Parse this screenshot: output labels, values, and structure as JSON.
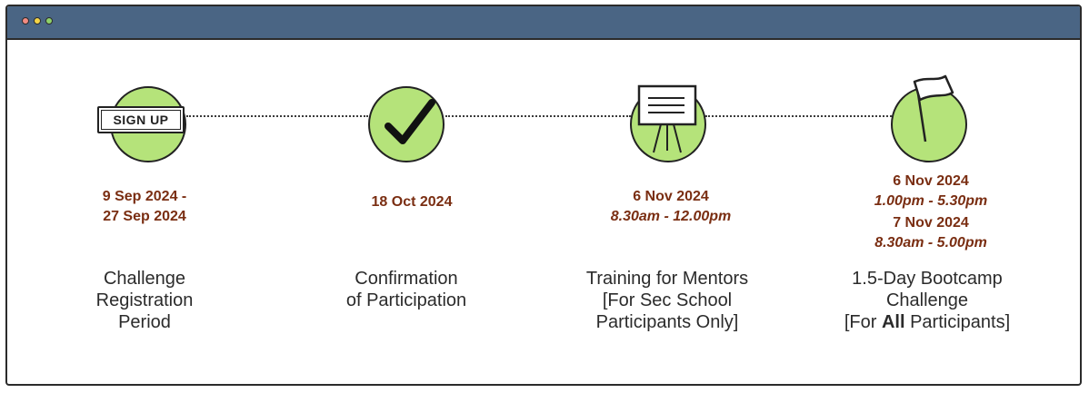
{
  "colors": {
    "titlebar": "#4a6584",
    "circle_fill": "#b5e37a",
    "date_text": "#7a2e12",
    "dot_red": "#f28b82",
    "dot_yellow": "#f5d547",
    "dot_green": "#8fd16a"
  },
  "steps": [
    {
      "icon": "sign-up-badge-icon",
      "badge_text": "SIGN UP",
      "dates": [
        "9 Sep 2024 -",
        "27 Sep 2024"
      ],
      "desc": [
        "Challenge",
        "Registration",
        "Period"
      ]
    },
    {
      "icon": "checkmark-icon",
      "dates": [
        "18 Oct 2024"
      ],
      "desc": [
        "Confirmation",
        "of Participation"
      ]
    },
    {
      "icon": "presentation-board-icon",
      "date": "6 Nov 2024",
      "time": "8.30am - 12.00pm",
      "desc": [
        "Training for Mentors",
        "[For Sec School",
        "Participants Only]"
      ]
    },
    {
      "icon": "flag-icon",
      "date1": "6 Nov 2024",
      "time1": "1.00pm - 5.30pm",
      "date2": "7 Nov 2024",
      "time2": "8.30am - 5.00pm",
      "desc": [
        "1.5-Day Bootcamp",
        "Challenge"
      ],
      "desc3_prefix": "[For ",
      "desc3_bold": "All",
      "desc3_suffix": " Participants]"
    }
  ]
}
